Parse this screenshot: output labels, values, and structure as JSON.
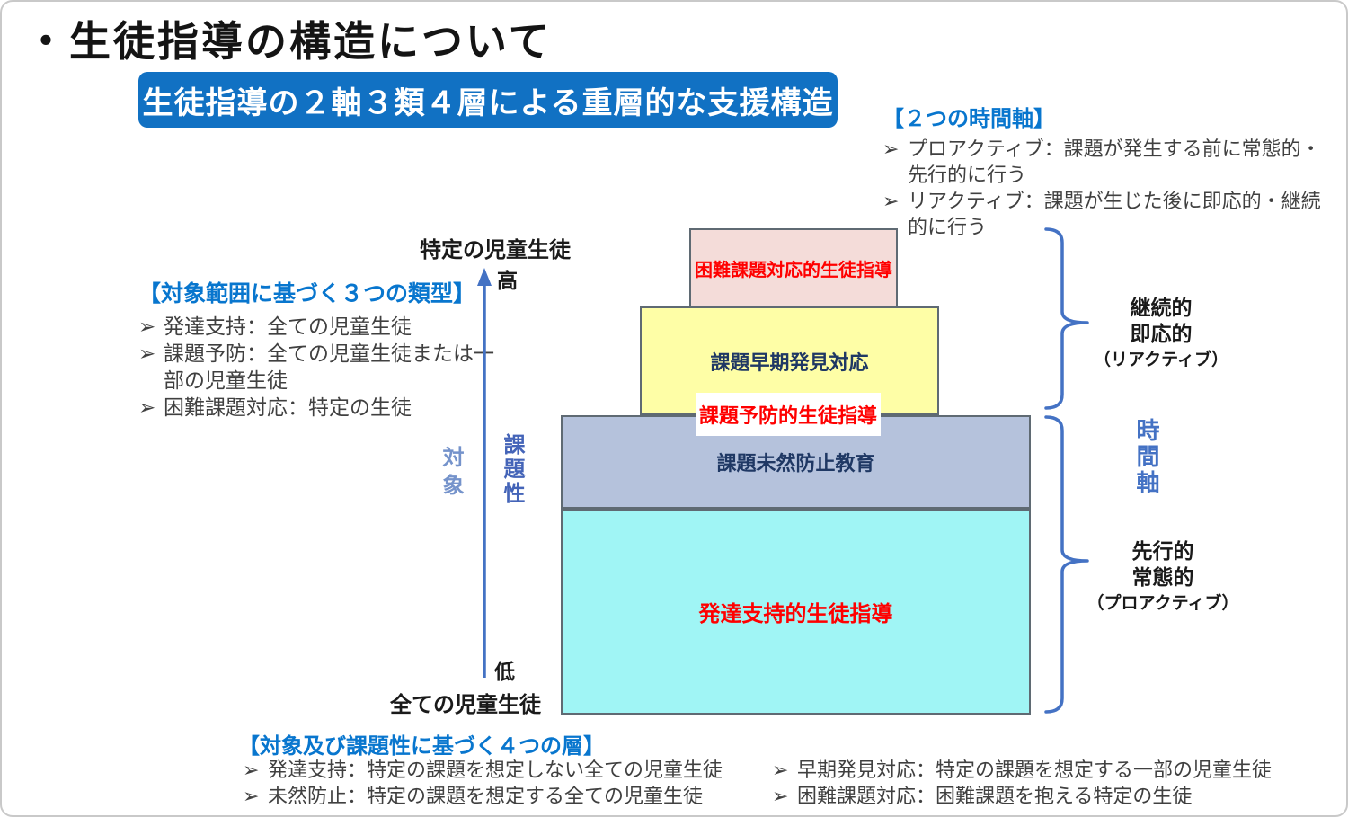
{
  "page": {
    "title": "・生徒指導の構造について",
    "banner": "生徒指導の２軸３類４層による重層的な支援構造"
  },
  "glyphs": {
    "bullet": "➢"
  },
  "notes": {
    "time": {
      "heading": "【２つの時間軸】",
      "items": [
        "プロアクティブ：課題が発生する前に常態的・先行的に行う",
        "リアクティブ：課題が生じた後に即応的・継続的に行う"
      ]
    },
    "types": {
      "heading": "【対象範囲に基づく３つの類型】",
      "items": [
        "発達支持：全ての児童生徒",
        "課題予防：全ての児童生徒または一部の児童生徒",
        "困難課題対応：特定の生徒"
      ]
    },
    "layers": {
      "heading": "【対象及び課題性に基づく４つの層】",
      "col1": [
        "発達支持：特定の課題を想定しない全ての児童生徒",
        "未然防止：特定の課題を想定する全ての児童生徒"
      ],
      "col2": [
        "早期発見対応：特定の課題を想定する一部の児童生徒",
        "困難課題対応：困難課題を抱える特定の生徒"
      ]
    }
  },
  "axis": {
    "top_label": "特定の児童生徒",
    "high": "高",
    "low": "低",
    "bottom_label": "全ての児童生徒",
    "target": "対象",
    "issue_level": "課題性"
  },
  "pyramid": {
    "layer4_label": "困難課題対応的生徒指導",
    "layer3_label": "課題早期発見対応",
    "prevention_overlay_label": "課題予防的生徒指導",
    "layer2_label": "課題未然防止教育",
    "layer1_label": "発達支持的生徒指導"
  },
  "right_axis": {
    "reactive_lines": [
      "継続的",
      "即応的",
      "（リアクティブ）"
    ],
    "time_axis_label": "時間軸",
    "proactive_lines": [
      "先行的",
      "常態的",
      "（プロアクティブ）"
    ]
  },
  "colors": {
    "banner_bg": "#1171C3",
    "heading_blue": "#0876CE",
    "accent_blue": "#4472C4",
    "red_text": "#FF0000",
    "navy_text": "#1F3864",
    "layer4_fill": "#F4DCD9",
    "layer3_fill": "#FEFEA6",
    "layer2_fill": "#B5C2DC",
    "layer1_fill": "#A0F5F5"
  }
}
